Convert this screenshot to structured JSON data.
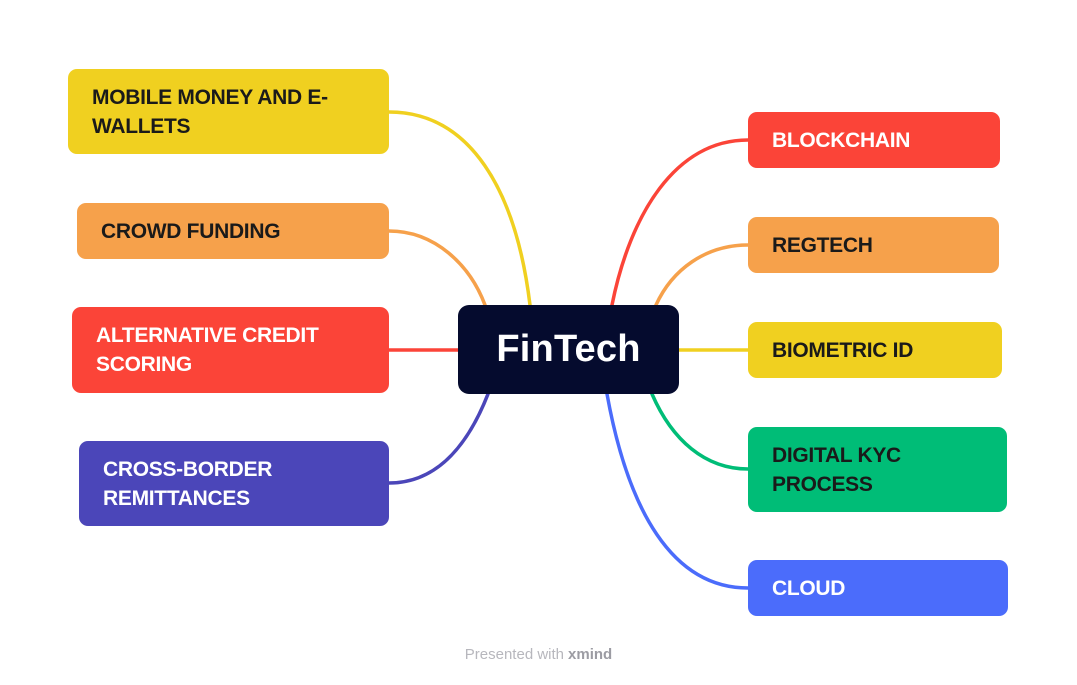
{
  "center": {
    "label": "FinTech",
    "color": "#050b2e"
  },
  "left_topics": [
    {
      "label": "MOBILE MONEY AND E-WALLETS",
      "color": "#f0d020",
      "text_color": "#1a1a1a"
    },
    {
      "label": "CROWD FUNDING",
      "color": "#f6a14b",
      "text_color": "#1a1a1a"
    },
    {
      "label": "ALTERNATIVE CREDIT SCORING",
      "color": "#fb4438",
      "text_color": "#ffffff"
    },
    {
      "label": "CROSS-BORDER REMITTANCES",
      "color": "#4b46b9",
      "text_color": "#ffffff"
    }
  ],
  "right_topics": [
    {
      "label": "BLOCKCHAIN",
      "color": "#fb4438",
      "text_color": "#ffffff"
    },
    {
      "label": "REGTECH",
      "color": "#f6a14b",
      "text_color": "#1a1a1a"
    },
    {
      "label": "BIOMETRIC ID",
      "color": "#f0d020",
      "text_color": "#1a1a1a"
    },
    {
      "label": "DIGITAL KYC PROCESS",
      "color": "#00bd77",
      "text_color": "#1a1a1a"
    },
    {
      "label": "CLOUD",
      "color": "#4b6cfb",
      "text_color": "#ffffff"
    }
  ],
  "footer": {
    "prefix": "Presented with",
    "brand": "xmind"
  }
}
